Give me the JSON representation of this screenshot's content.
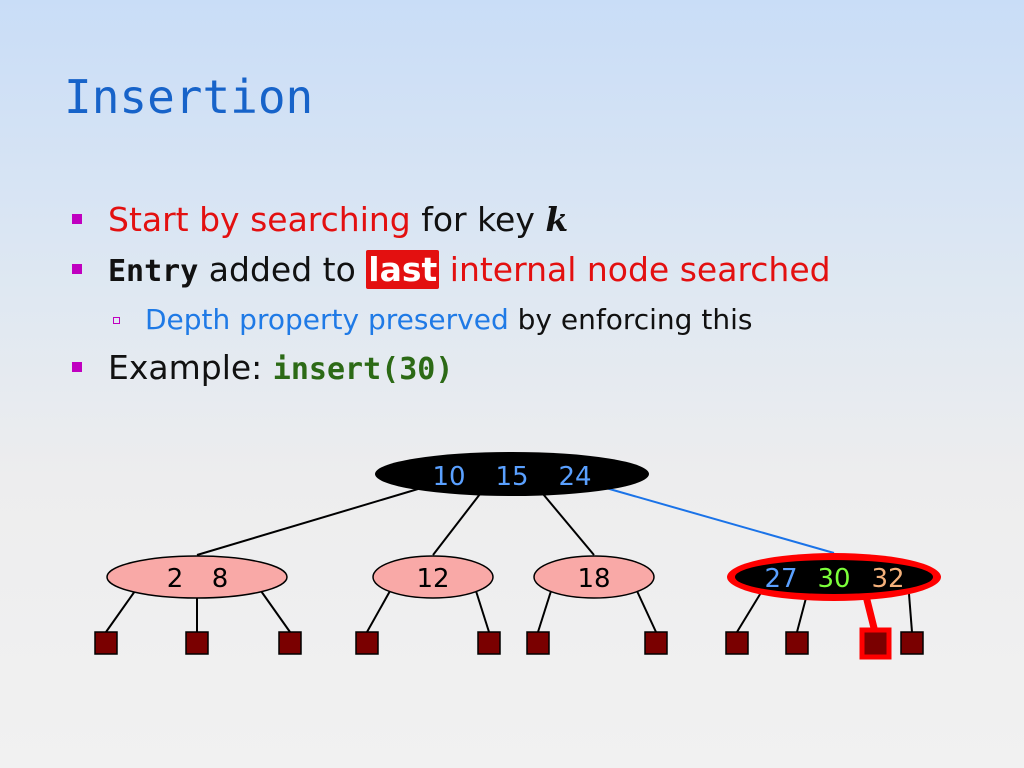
{
  "slide": {
    "title": "Insertion",
    "bullets": [
      {
        "parts": [
          "Start by searching",
          " for key ",
          "k"
        ]
      },
      {
        "parts": [
          "Entry",
          " added to ",
          "last",
          " internal node searched"
        ]
      },
      {
        "parts": [
          "Depth property preserved",
          " by enforcing this"
        ]
      },
      {
        "parts": [
          "Example: ",
          "insert(30)"
        ]
      }
    ]
  },
  "tree": {
    "root": {
      "keys": [
        "10",
        "15",
        "24"
      ]
    },
    "children": [
      {
        "keys": [
          "2",
          "8"
        ]
      },
      {
        "keys": [
          "12"
        ]
      },
      {
        "keys": [
          "18"
        ]
      },
      {
        "keys": [
          "27",
          "30",
          "32"
        ]
      }
    ]
  },
  "colors": {
    "root_fill": "#000000",
    "child_fill": "#f9a9a7",
    "highlight": "#ff0000",
    "key_blue": "#5aa0ff",
    "key_green": "#7cff3a",
    "key_orange": "#f4b07a",
    "leaf_fill": "#7a0000",
    "path_line": "#1a73e8"
  }
}
